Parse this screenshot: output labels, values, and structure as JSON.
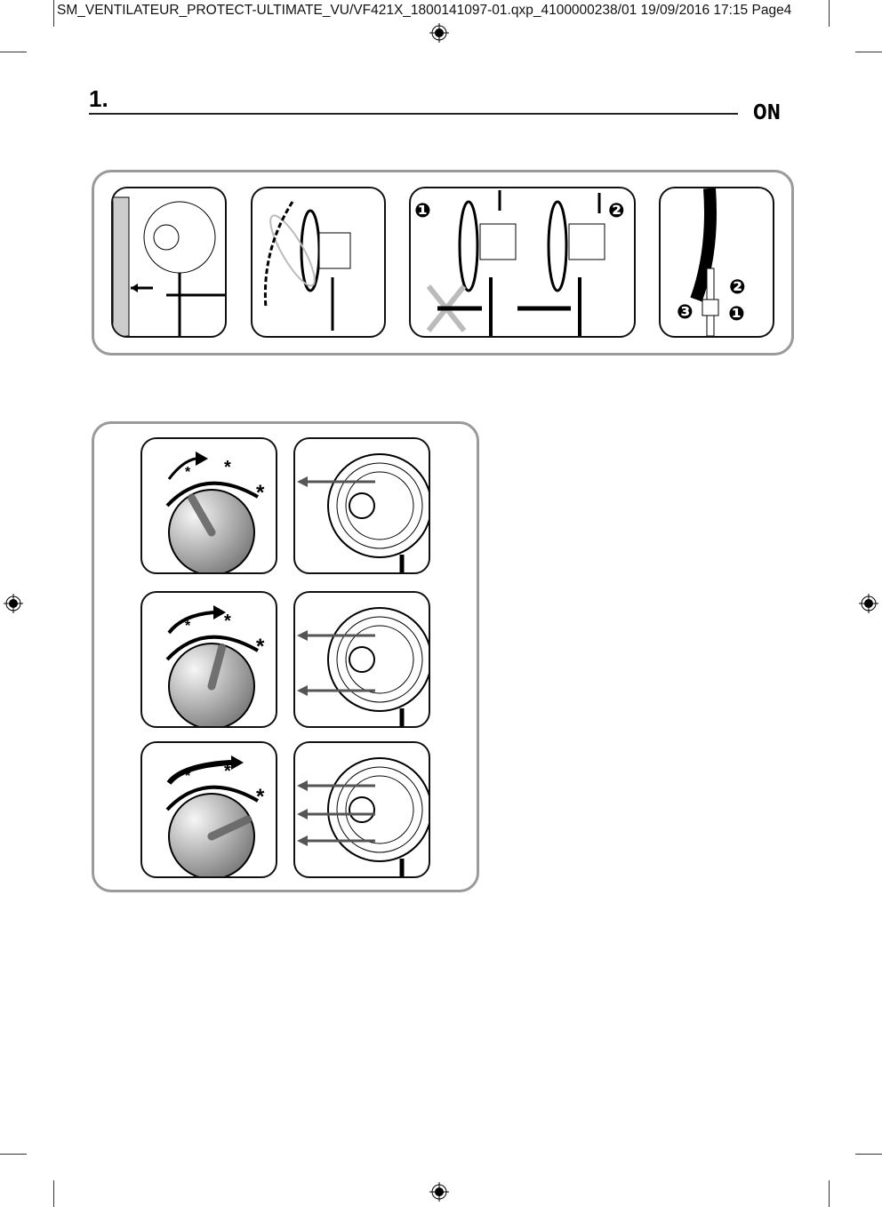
{
  "header": {
    "slug": "SM_VENTILATEUR_PROTECT-ULTIMATE_VU/VF421X_1800141097-01.qxp_4100000238/01  19/09/2016  17:15  Page4"
  },
  "section": {
    "number": "1.",
    "label": "ON"
  },
  "assembly": {
    "steps": [
      "❶",
      "❷",
      "❶",
      "❷",
      "❸"
    ]
  },
  "speeds": [
    {
      "level": 1
    },
    {
      "level": 2
    },
    {
      "level": 3
    }
  ]
}
